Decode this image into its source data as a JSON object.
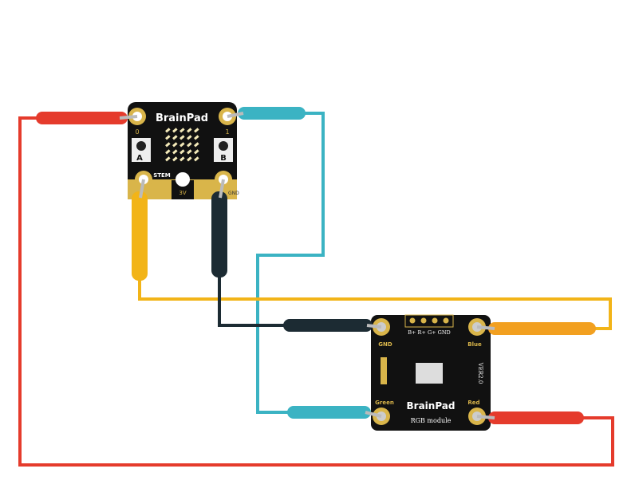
{
  "colors": {
    "red_wire": "#e53b2c",
    "cyan_wire": "#3bb3c3",
    "yellow_wire": "#f2b418",
    "dark_wire": "#1c2b33",
    "board": "#111111",
    "gold": "#d9b54a"
  },
  "brainpad_board": {
    "logo": "BrainPad",
    "pad_0": "0",
    "pad_1": "1",
    "button_a": "A",
    "button_b": "B",
    "stem": "STEM",
    "pad_3v": "3V",
    "pad_gnd": "GND"
  },
  "rgb_module": {
    "header_pins": [
      "B+",
      "R+",
      "G+",
      "GND"
    ],
    "pad_gnd": "GND",
    "pad_blue": "Blue",
    "pad_green": "Green",
    "pad_red": "Red",
    "version": "VER2.0",
    "logo": "BrainPad",
    "name": "RGB module"
  }
}
